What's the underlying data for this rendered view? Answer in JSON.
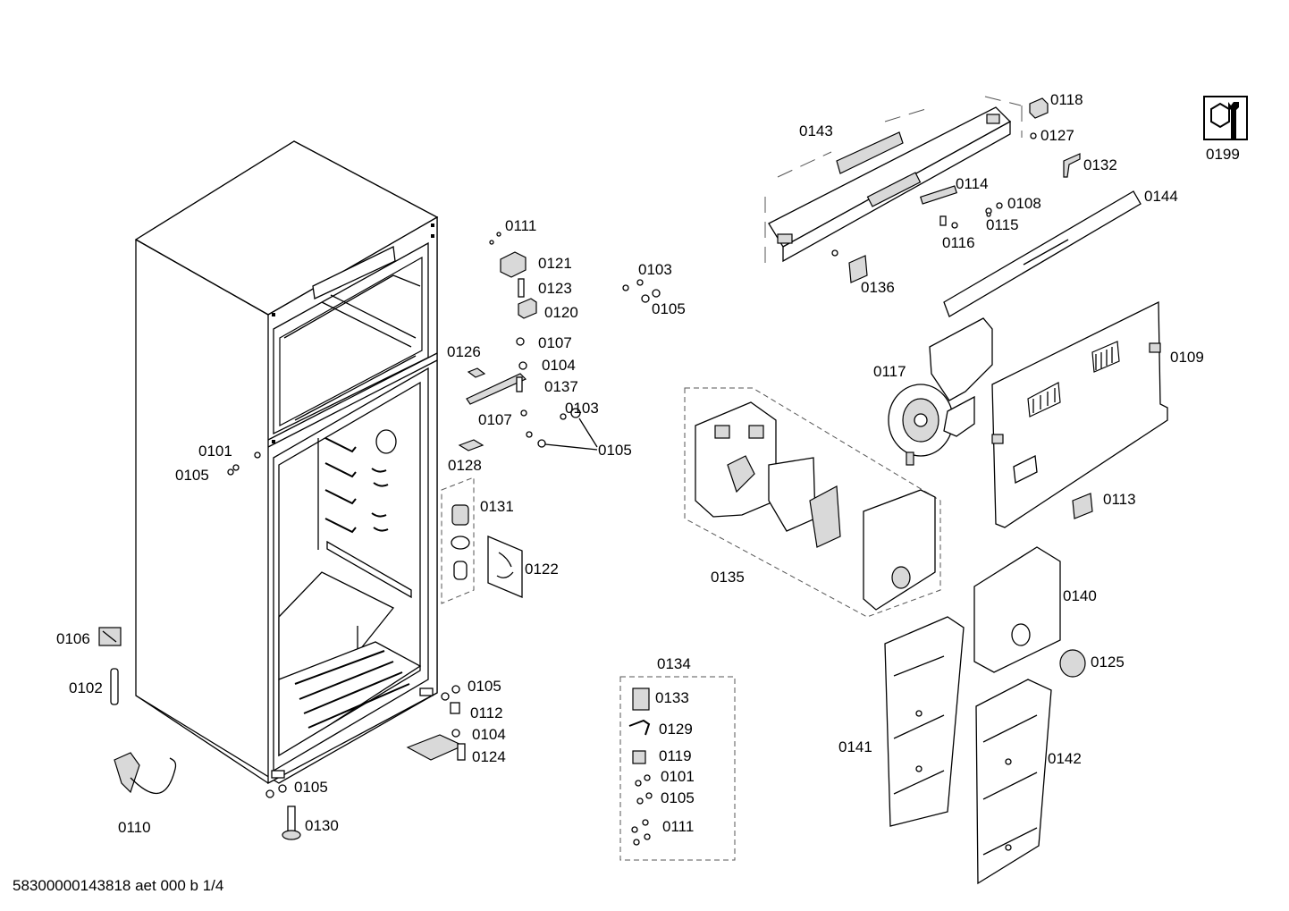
{
  "footer": "58300000143818 aet 000 b 1/4",
  "labels": {
    "p0101a": "0101",
    "p0105a": "0105",
    "p0106": "0106",
    "p0102": "0102",
    "p0110": "0110",
    "p0105b": "0105",
    "p0130": "0130",
    "p0111a": "0111",
    "p0121": "0121",
    "p0123": "0123",
    "p0120": "0120",
    "p0107a": "0107",
    "p0104a": "0104",
    "p0137": "0137",
    "p0126": "0126",
    "p0107b": "0107",
    "p0103a": "0103",
    "p0105c": "0105",
    "p0128": "0128",
    "p0103b": "0103",
    "p0105d": "0105",
    "p0131": "0131",
    "p0122": "0122",
    "p0105e": "0105",
    "p0112": "0112",
    "p0104b": "0104",
    "p0124": "0124",
    "p0134": "0134",
    "p0133": "0133",
    "p0129": "0129",
    "p0119": "0119",
    "p0101b": "0101",
    "p0105f": "0105",
    "p0111b": "0111",
    "p0143": "0143",
    "p0118": "0118",
    "p0127": "0127",
    "p0132": "0132",
    "p0199": "0199",
    "p0114": "0114",
    "p0108": "0108",
    "p0115": "0115",
    "p0116": "0116",
    "p0144": "0144",
    "p0136": "0136",
    "p0117": "0117",
    "p0109": "0109",
    "p0135": "0135",
    "p0113": "0113",
    "p0140": "0140",
    "p0125": "0125",
    "p0141": "0141",
    "p0142": "0142"
  },
  "icons": {
    "service": "wrench-nut-icon"
  }
}
